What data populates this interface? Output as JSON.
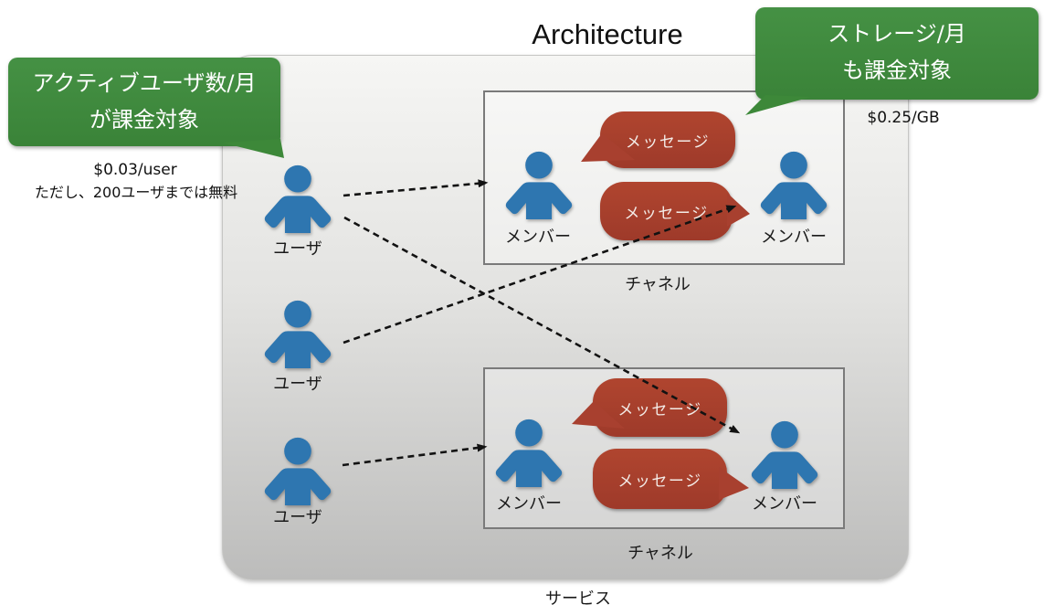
{
  "title": "Architecture",
  "callouts": {
    "left": {
      "line1": "アクティブユーザ数/月",
      "line2": "が課金対象",
      "notes": [
        "$0.03/user",
        "ただし、200ユーザまでは無料"
      ]
    },
    "right": {
      "line1": "ストレージ/月",
      "line2": "も課金対象",
      "note": "$0.25/GB"
    }
  },
  "service": {
    "label": "サービス"
  },
  "users": [
    {
      "label": "ユーザ"
    },
    {
      "label": "ユーザ"
    },
    {
      "label": "ユーザ"
    }
  ],
  "channels": [
    {
      "label": "チャネル",
      "members": [
        {
          "label": "メンバー"
        },
        {
          "label": "メンバー"
        }
      ],
      "messages": [
        {
          "text": "メッセージ"
        },
        {
          "text": "メッセージ"
        }
      ]
    },
    {
      "label": "チャネル",
      "members": [
        {
          "label": "メンバー"
        },
        {
          "label": "メンバー"
        }
      ],
      "messages": [
        {
          "text": "メッセージ"
        },
        {
          "text": "メッセージ"
        }
      ]
    }
  ],
  "connections": [
    {
      "from": "user-1",
      "to": "channel-1-member-1"
    },
    {
      "from": "user-1",
      "to": "channel-2-member-2"
    },
    {
      "from": "user-2",
      "to": "channel-1-member-2"
    },
    {
      "from": "user-3",
      "to": "channel-2-member-1"
    }
  ],
  "colors": {
    "callout_green": "#3d8839",
    "bubble_red": "#a8402f",
    "person_blue": "#2e76b0",
    "channel_border": "#7a7a7a",
    "service_gradient_top": "#f6f6f4",
    "service_gradient_bottom": "#bcbcbb"
  }
}
